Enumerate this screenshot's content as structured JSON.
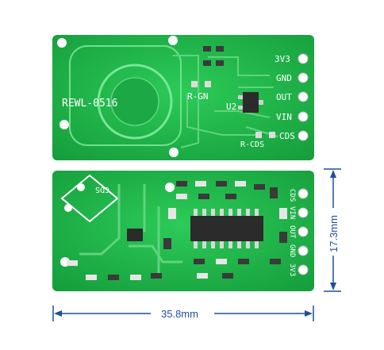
{
  "board_top": {
    "model_label": "REWL-0516",
    "ic_label": "U2",
    "gain_resistor_label": "R-GN",
    "cds_resistor_label": "R-CDS",
    "pins": [
      "3V3",
      "GND",
      "OUT",
      "VIN",
      "CDS"
    ]
  },
  "board_bottom": {
    "cds_label": "CDS",
    "pins": [
      "CDS",
      "VIN",
      "OUT",
      "GND",
      "3V3"
    ]
  },
  "dimensions": {
    "width_label": "35.8mm",
    "height_label": "17.3mm",
    "line_color": "#1f4f9a"
  },
  "colors": {
    "pcb": "#1fb24a",
    "pcb_dark": "#16963c",
    "silkscreen": "#ffffff",
    "ic_body": "#2b2b2b",
    "pad": "#e8e8e8"
  }
}
